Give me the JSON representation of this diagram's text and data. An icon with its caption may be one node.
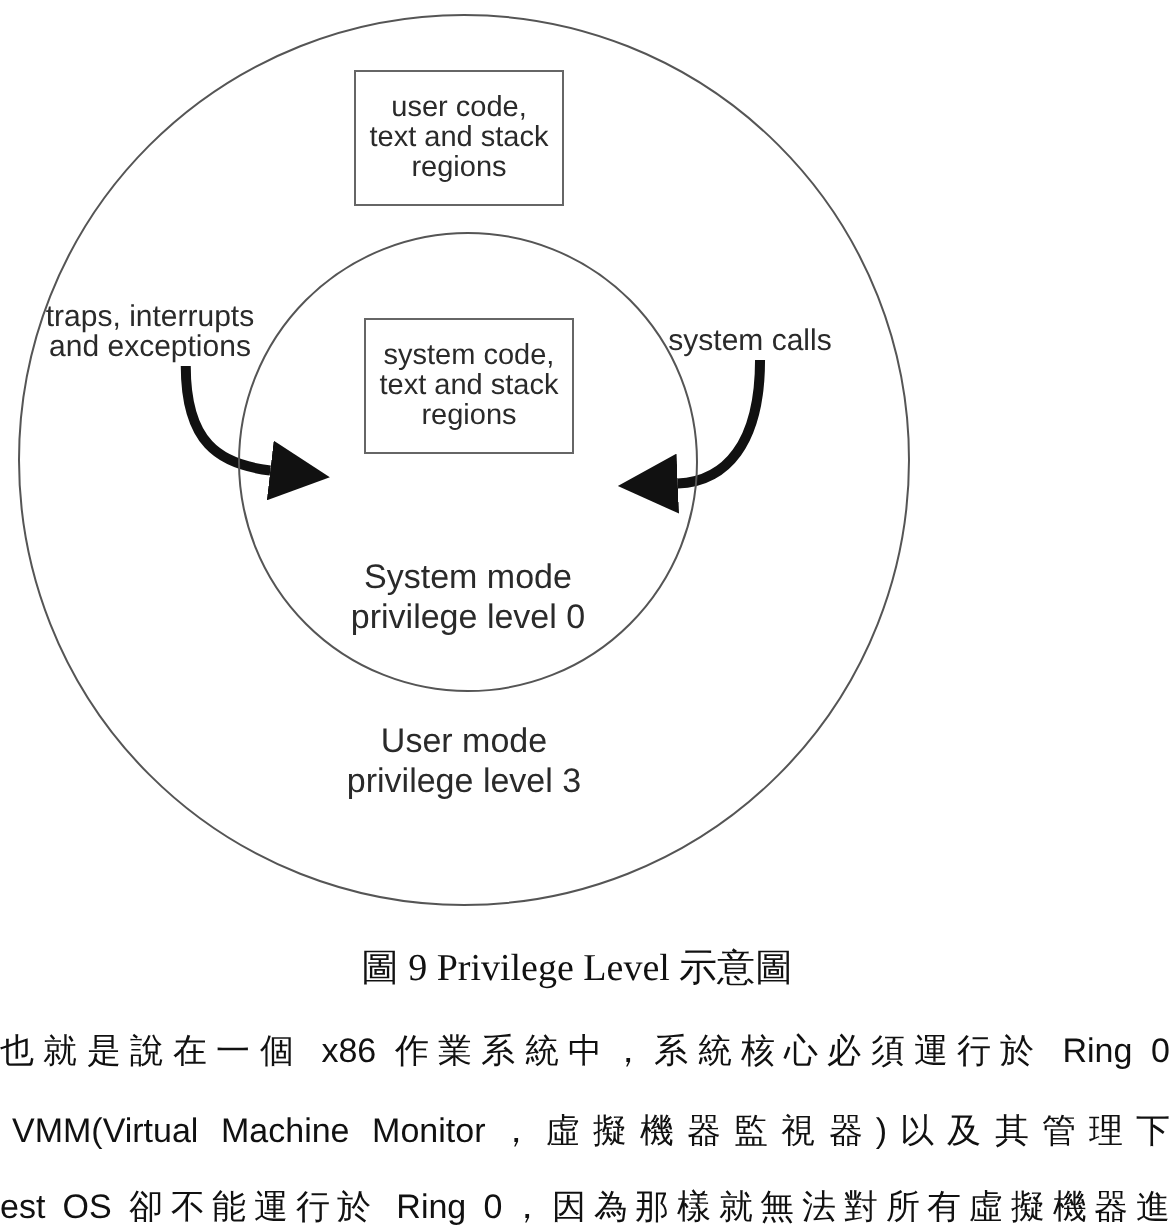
{
  "diagram": {
    "caption": "圖 9 Privilege Level 示意圖",
    "nodes": [
      {
        "text": [
          "User mode privilege level 3"
        ]
      },
      {
        "text": [
          "user code, text and stack regions"
        ],
        "in": 0
      },
      {
        "text": [
          "traps, interrupts and exceptions"
        ],
        "in": 0
      },
      {
        "text": [
          "System mode privilege level 0"
        ],
        "in": 0
      },
      {
        "text": [
          "system code, text and stack regions"
        ],
        "in": 3
      },
      {
        "text": [
          "system calls"
        ],
        "in": 0
      }
    ],
    "edges": [
      {
        "from": 2,
        "to": 3,
        "arrow": "to"
      },
      {
        "from": 5,
        "to": 3,
        "arrow": "to"
      }
    ],
    "labels": [
      "也就是說在一個 x86 作業系統中，系統核心必須運行於 Ring 0",
      "VMM(Virtual Machine Monitor，虛擬機器監視器)以及其管理下",
      "est OS 卻不能運行於 Ring 0，因為那樣就無法對所有虛擬機器進"
    ]
  }
}
